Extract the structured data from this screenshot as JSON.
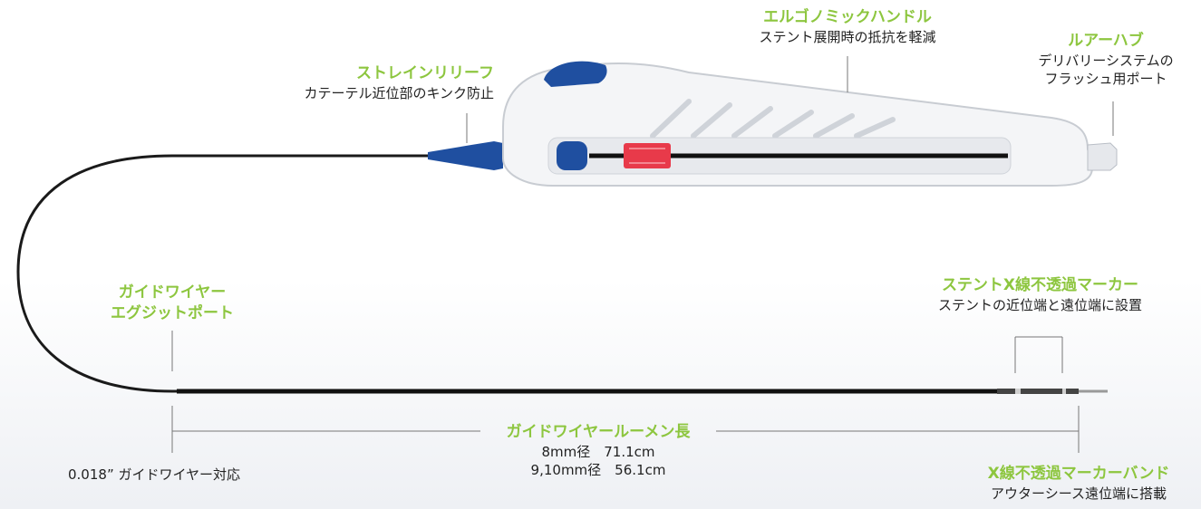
{
  "colors": {
    "accent_green": "#8dc63f",
    "knob_blue": "#1f4fa0",
    "slider_red": "#e83a4a",
    "lead_line": "#777777"
  },
  "labels": {
    "ergonomic_handle": {
      "title": "エルゴノミックハンドル",
      "desc": "ステント展開時の抵抗を軽減"
    },
    "luer_hub": {
      "title": "ルアーハブ",
      "desc_line1": "デリバリーシステムの",
      "desc_line2": "フラッシュ用ポート"
    },
    "strain_relief": {
      "title": "ストレインリリーフ",
      "desc": "カテーテル近位部のキンク防止"
    },
    "guidewire_exit": {
      "title_line1": "ガイドワイヤー",
      "title_line2": "エグジットポート"
    },
    "stent_markers": {
      "title": "ステントX線不透過マーカー",
      "desc": "ステントの近位端と遠位端に設置"
    },
    "lumen_length": {
      "title": "ガイドワイヤールーメン長",
      "line1": "8mm径　71.1cm",
      "line2": "9,10mm径　56.1cm"
    },
    "guidewire_compat": "0.018”  ガイドワイヤー対応",
    "marker_band": {
      "title": "X線不透過マーカーバンド",
      "desc": "アウターシース遠位端に搭載"
    }
  }
}
